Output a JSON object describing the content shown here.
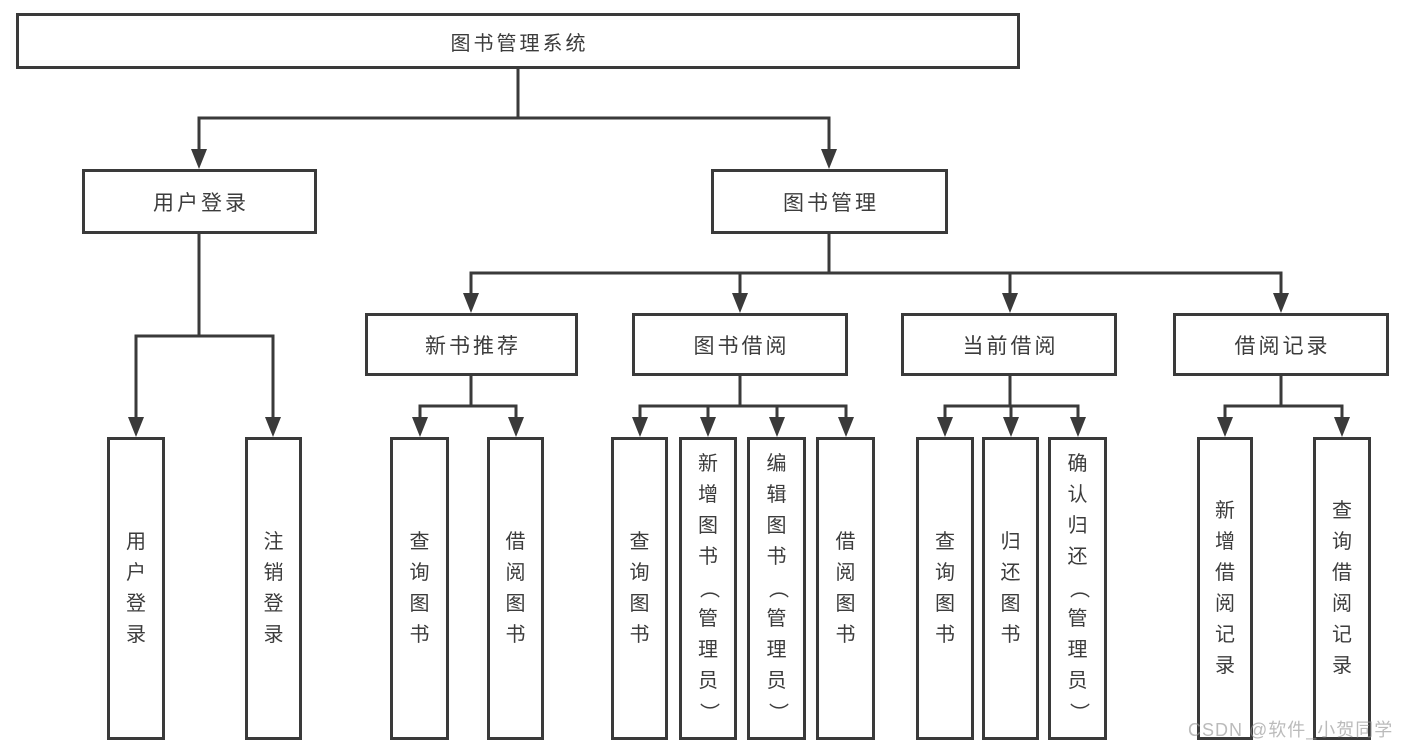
{
  "diagram_title": "图书管理系统",
  "nodes": {
    "root": "图书管理系统",
    "user_login": "用户登录",
    "book_mgmt": "图书管理",
    "new_book_rec": "新书推荐",
    "book_borrow": "图书借阅",
    "current_borrow": "当前借阅",
    "borrow_records": "借阅记录",
    "leaf_user_login": "用户登录",
    "leaf_logout": "注销登录",
    "leaf_query_books_1": "查询图书",
    "leaf_borrow_books_1": "借阅图书",
    "leaf_query_books_2": "查询图书",
    "leaf_add_books": "新增图书（管理员）",
    "leaf_edit_books": "编辑图书（管理员）",
    "leaf_borrow_books_2": "借阅图书",
    "leaf_query_books_3": "查询图书",
    "leaf_return_books": "归还图书",
    "leaf_confirm_return": "确认归还（管理员）",
    "leaf_add_record": "新增借阅记录",
    "leaf_query_record": "查询借阅记录"
  },
  "hierarchy": {
    "图书管理系统": {
      "用户登录": [
        "用户登录",
        "注销登录"
      ],
      "图书管理": {
        "新书推荐": [
          "查询图书",
          "借阅图书"
        ],
        "图书借阅": [
          "查询图书",
          "新增图书（管理员）",
          "编辑图书（管理员）",
          "借阅图书"
        ],
        "当前借阅": [
          "查询图书",
          "归还图书",
          "确认归还（管理员）"
        ],
        "借阅记录": [
          "新增借阅记录",
          "查询借阅记录"
        ]
      }
    }
  },
  "watermark": "CSDN @软件_小贺同学",
  "colors": {
    "line": "#3a3a3a",
    "box_border": "#3a3a3a",
    "box_fill": "#ffffff",
    "text": "#3c3c3c",
    "watermark": "#b5b5b5",
    "background": "#ffffff"
  }
}
